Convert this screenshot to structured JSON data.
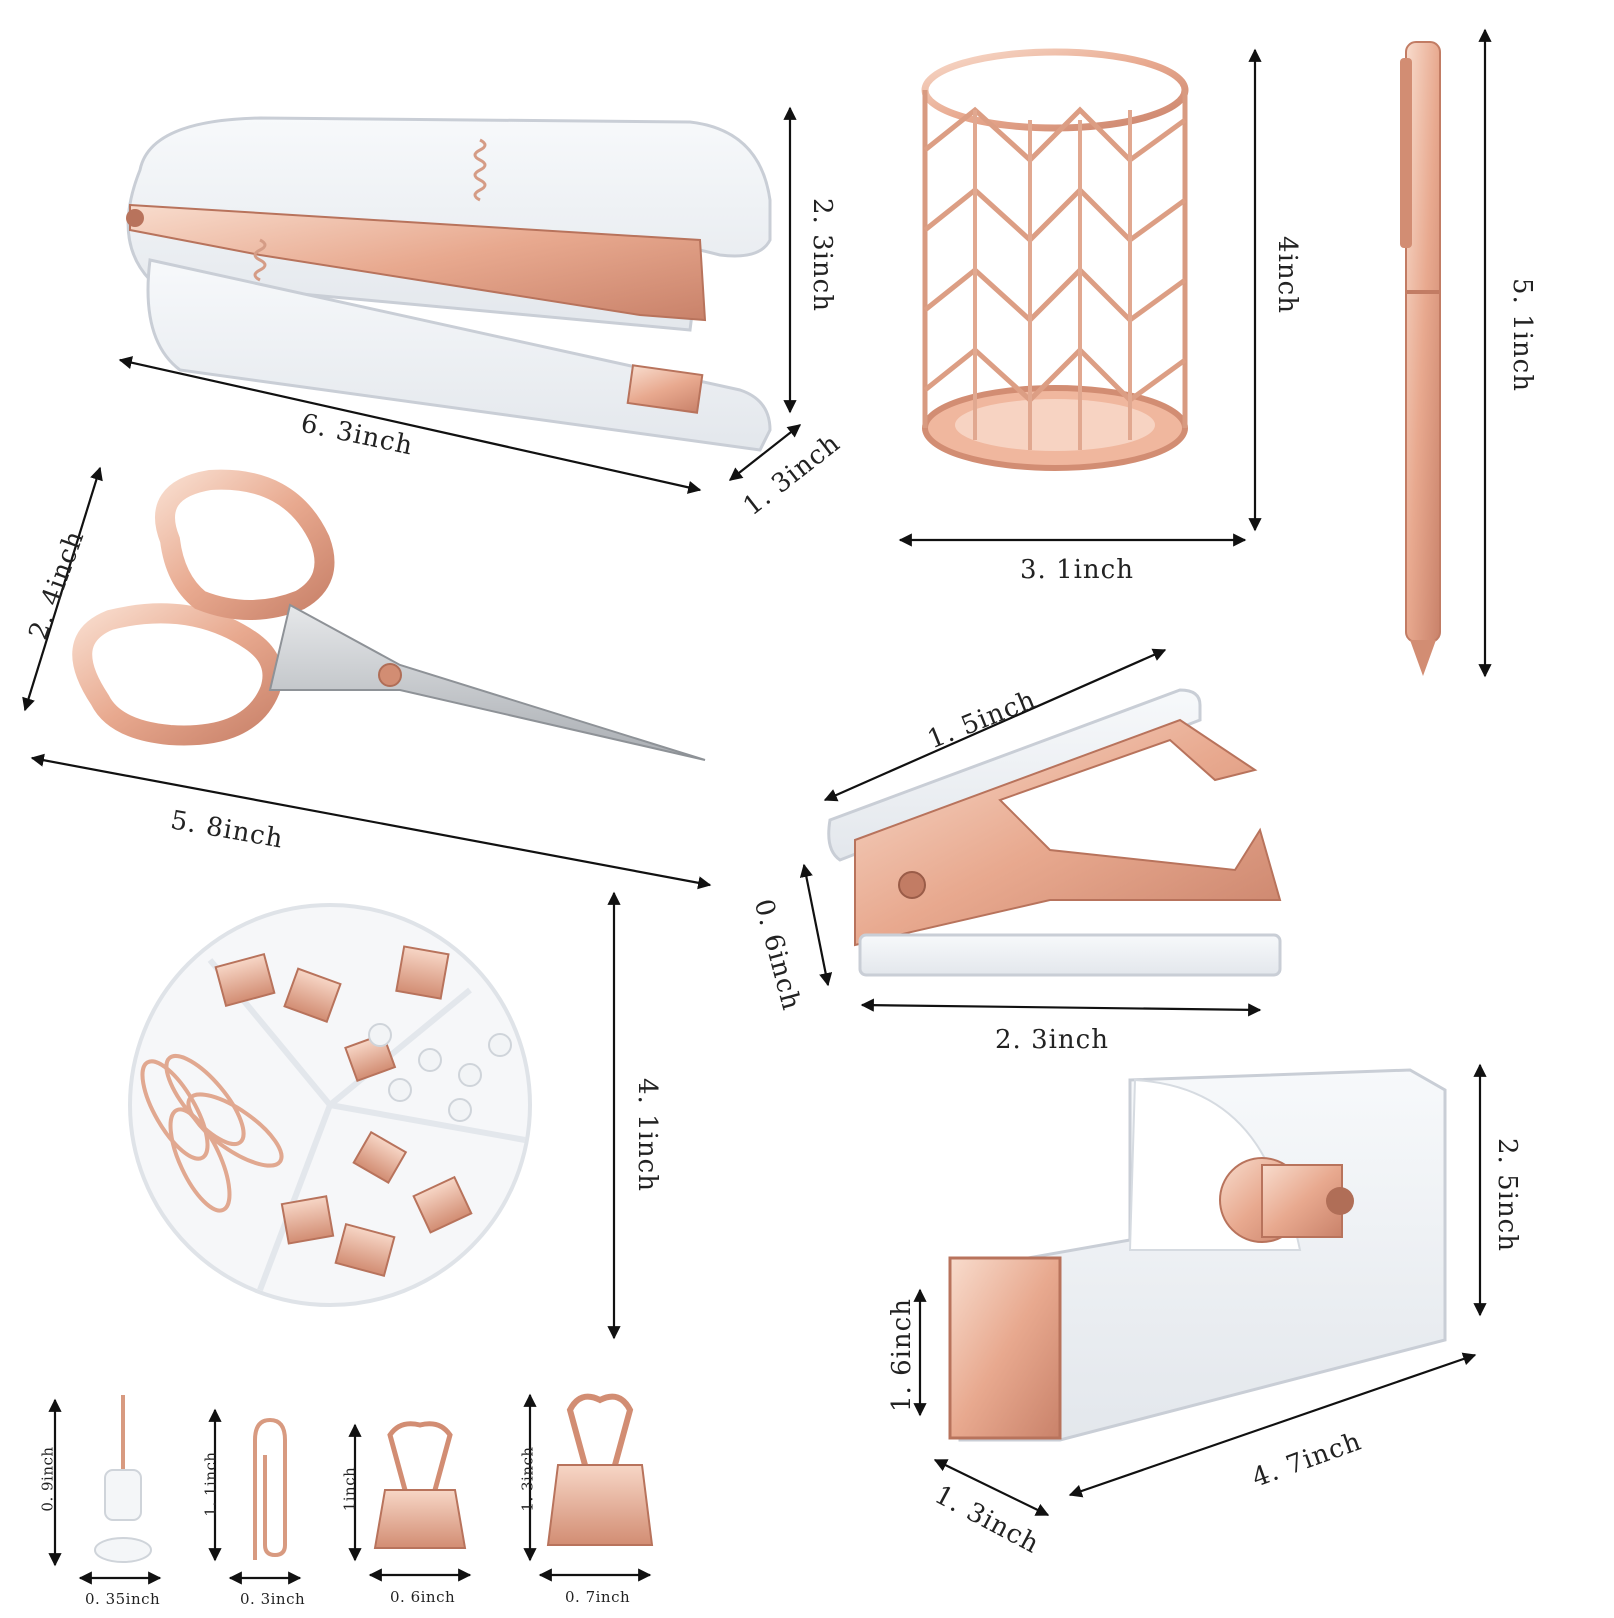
{
  "colors": {
    "rose_gold": "#e7a88e",
    "rose_gold_dark": "#c9826a",
    "rose_gold_light": "#f6d3c3",
    "acrylic": "#eef1f4",
    "acrylic_edge": "#c9ced6",
    "steel": "#b9bcc0",
    "arrow": "#111111"
  },
  "labels": {
    "stapler_length": "6. 3inch",
    "stapler_height": "2. 3inch",
    "stapler_width": "1. 3inch",
    "pen_holder_height": "4inch",
    "pen_holder_width": "3. 1inch",
    "pen_length": "5. 1inch",
    "scissors_height": "2. 4inch",
    "scissors_length": "5. 8inch",
    "remover_length": "1. 5inch",
    "remover_height": "0. 6inch",
    "remover_width": "2. 3inch",
    "clip_box_diameter": "4. 1inch",
    "tape_height": "2. 5inch",
    "tape_front_height": "1. 6inch",
    "tape_length": "4. 7inch",
    "tape_width": "1. 3inch",
    "pushpin_height": "0. 9inch",
    "pushpin_width": "0. 35inch",
    "paperclip_height": "1. 1inch",
    "paperclip_width": "0. 3inch",
    "binder_small_height": "1inch",
    "binder_small_width": "0. 6inch",
    "binder_large_height": "1. 3inch",
    "binder_large_width": "0. 7inch"
  },
  "products": [
    "stapler",
    "pen-holder",
    "pen",
    "scissors",
    "staple-remover",
    "clip-box",
    "tape-dispenser",
    "push-pin",
    "paper-clip",
    "binder-clip-small",
    "binder-clip-large"
  ]
}
